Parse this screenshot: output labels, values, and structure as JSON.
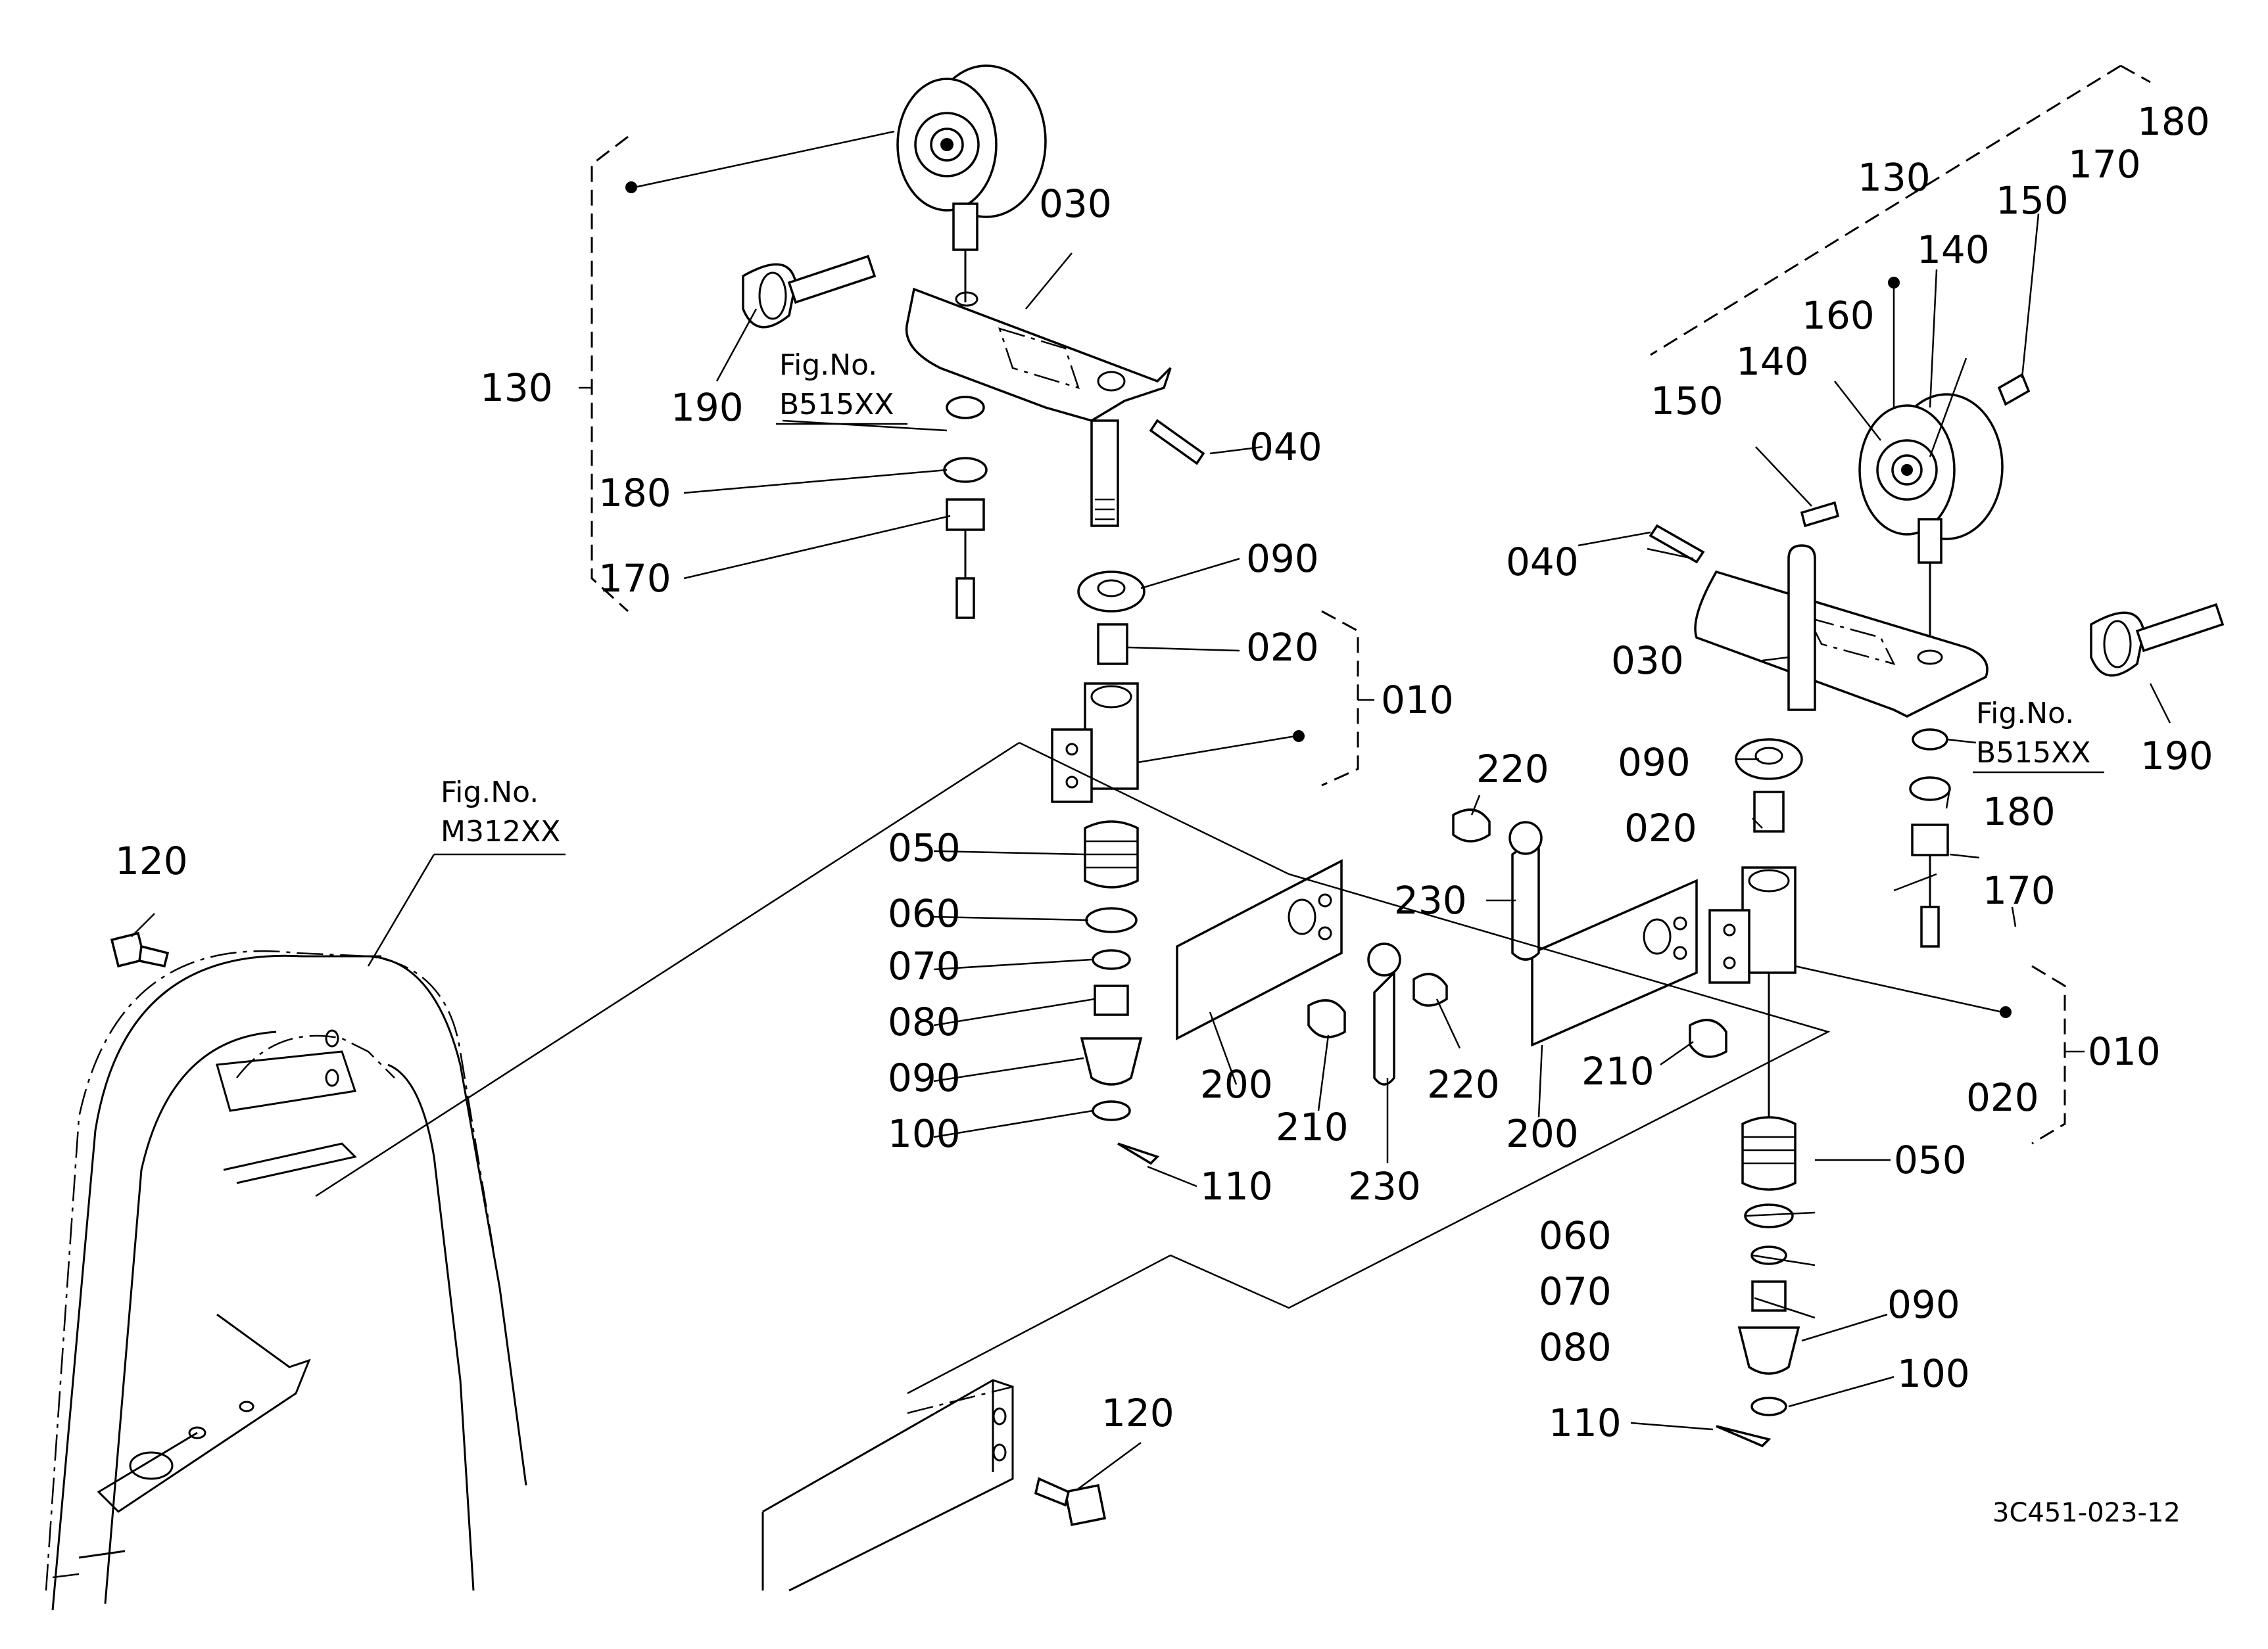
{
  "drawing_code": "3C451-023-12",
  "fig_refs": {
    "left_line1": "Fig.No.",
    "left_line2": "B515XX",
    "right_line1": "Fig.No.",
    "right_line2": "B515XX",
    "frame_line1": "Fig.No.",
    "frame_line2": "M312XX"
  },
  "labels": {
    "l030": "030",
    "l040": "040",
    "l090a": "090",
    "l020": "020",
    "l010": "010",
    "l130": "130",
    "l190": "190",
    "l180": "180",
    "l170": "170",
    "l050": "050",
    "l060": "060",
    "l070": "070",
    "l080": "080",
    "l090b": "090",
    "l100": "100",
    "l110": "110",
    "l120a": "120",
    "l120b": "120",
    "l200a": "200",
    "l210a": "210",
    "l220a": "220",
    "l230a": "230",
    "l220b": "220",
    "l230b": "230",
    "l200b": "200",
    "l210b": "210",
    "r180a": "180",
    "r170a": "170",
    "r130": "130",
    "r150a": "150",
    "r140a": "140",
    "r160": "160",
    "r140b": "140",
    "r150b": "150",
    "r040": "040",
    "r030": "030",
    "r090a": "090",
    "r020a": "020",
    "r190": "190",
    "r180b": "180",
    "r170b": "170",
    "r010": "010",
    "r020b": "020",
    "r050": "050",
    "r060": "060",
    "r070": "070",
    "r080": "080",
    "r090b": "090",
    "r100": "100",
    "r110": "110"
  }
}
